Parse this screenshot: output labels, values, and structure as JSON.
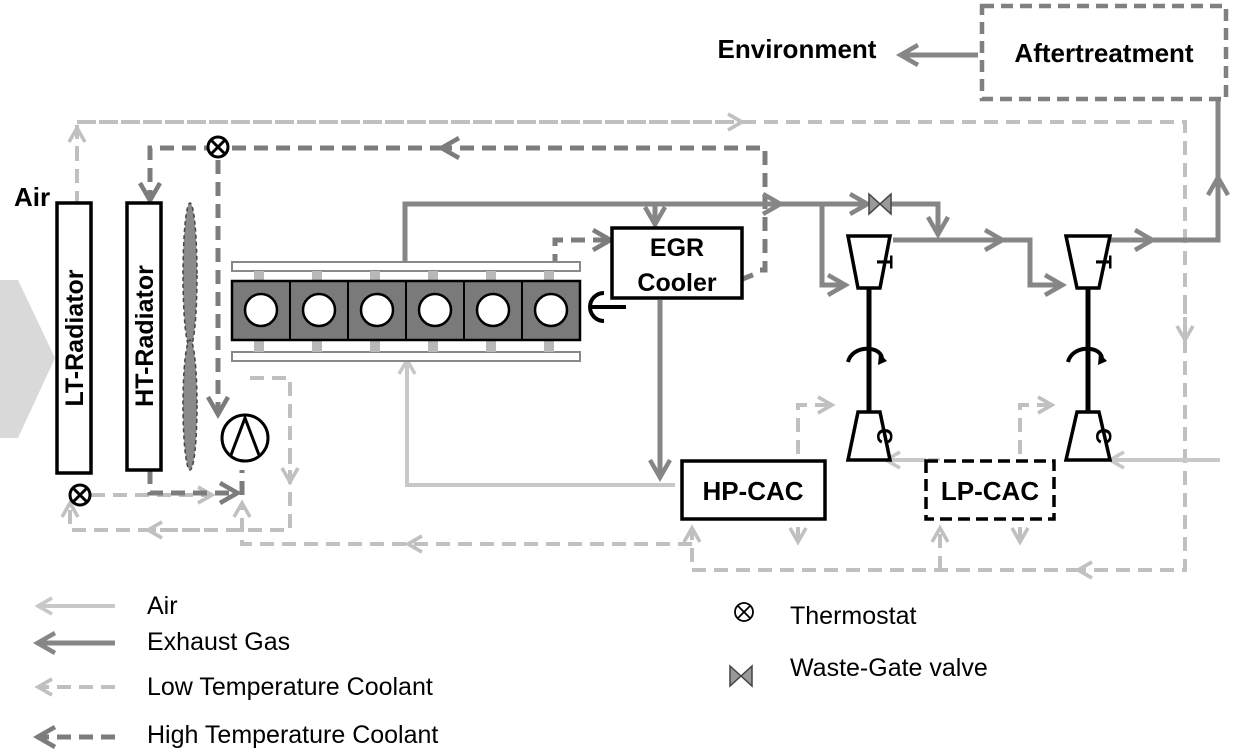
{
  "labels": {
    "environment": "Environment",
    "aftertreatment": "Aftertreatment",
    "air_inlet": "Air",
    "lt_radiator": "LT-Radiator",
    "ht_radiator": "HT-Radiator",
    "egr_line1": "EGR",
    "egr_line2": "Cooler",
    "hp_cac": "HP-CAC",
    "lp_cac": "LP-CAC",
    "turbine_symbol": "T",
    "compressor_symbol": "C"
  },
  "legend": {
    "air": "Air",
    "exhaust": "Exhaust Gas",
    "lt_coolant": "Low Temperature Coolant",
    "ht_coolant": "High Temperature Coolant",
    "thermostat": "Thermostat",
    "wastegate": "Waste-Gate valve"
  },
  "colors": {
    "air": "#c8c8c8",
    "exhaust": "#868686",
    "lt_coolant": "#c0c0c0",
    "ht_coolant": "#7c7c7c",
    "engine_block": "#7a7a7a",
    "ambient_arrow": "#d9d9d9"
  },
  "engine": {
    "cylinders": 6
  }
}
